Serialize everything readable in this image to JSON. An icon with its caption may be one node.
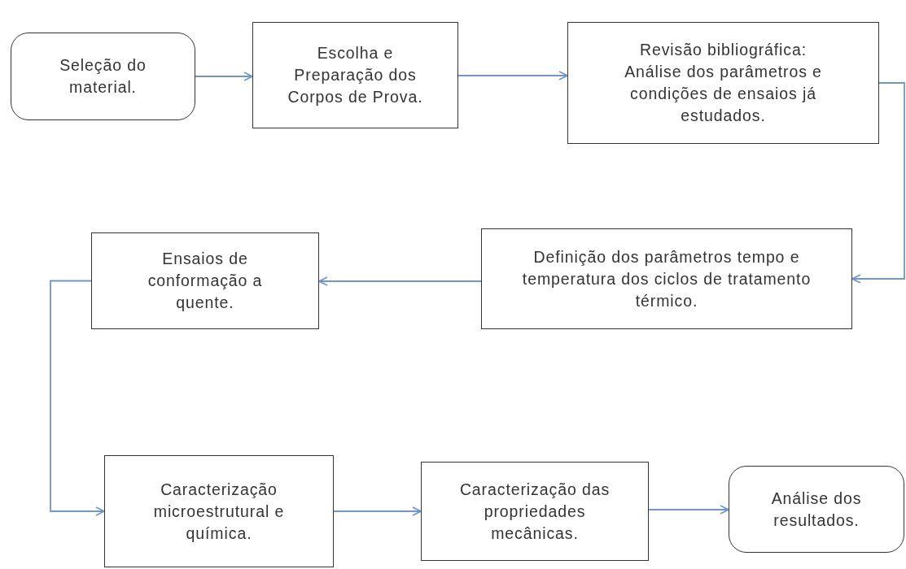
{
  "diagram": {
    "nodes": [
      {
        "text": [
          "Seleção do material."
        ]
      },
      {
        "text": [
          "Escolha e Preparação dos Corpos de Prova."
        ]
      },
      {
        "text": [
          "Revisão bibliográfica: Análise dos parâmetros e condições de ensaios já estudados."
        ]
      },
      {
        "text": [
          "Definição dos parâmetros tempo e temperatura dos ciclos de tratamento térmico."
        ]
      },
      {
        "text": [
          "Ensaios de conformação a quente."
        ]
      },
      {
        "text": [
          "Caracterização microestrutural e química."
        ]
      },
      {
        "text": [
          "Caracterização das propriedades mecânicas."
        ]
      },
      {
        "text": [
          "Análise dos resultados."
        ]
      }
    ],
    "edges": [
      {
        "from": 0,
        "to": 1,
        "arrow": "to"
      },
      {
        "from": 1,
        "to": 2,
        "arrow": "to"
      },
      {
        "from": 2,
        "to": 3,
        "arrow": "to"
      },
      {
        "from": 3,
        "to": 4,
        "arrow": "to"
      },
      {
        "from": 4,
        "to": 5,
        "arrow": "to"
      },
      {
        "from": 5,
        "to": 6,
        "arrow": "to"
      },
      {
        "from": 6,
        "to": 7,
        "arrow": "to"
      }
    ]
  }
}
